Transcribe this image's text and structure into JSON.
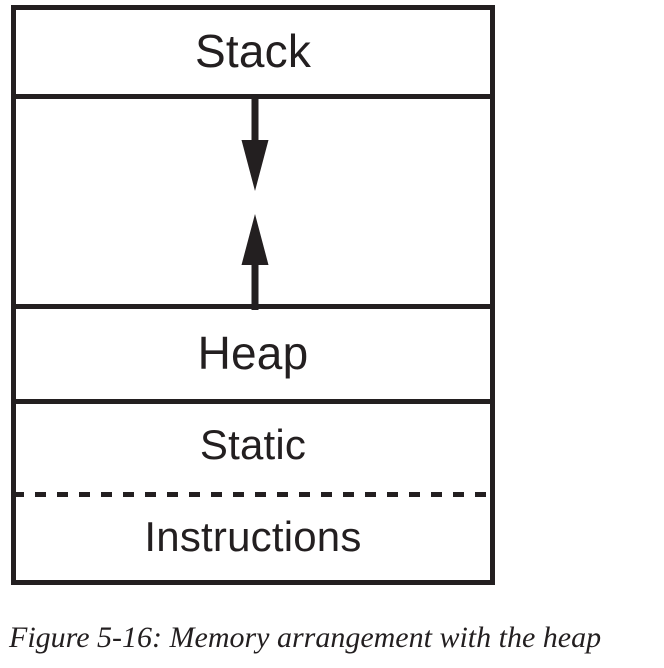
{
  "figure": {
    "caption": "Figure 5-16: Memory arrangement with the heap",
    "caption_prefix": "Figure 5-16:",
    "caption_body": "Memory arrangement with the heap"
  },
  "diagram": {
    "type": "memory-layout",
    "title_regions_top_to_bottom": [
      "Stack",
      "Heap",
      "Static",
      "Instructions"
    ],
    "regions": [
      {
        "name": "stack",
        "label": "Stack",
        "order": 1,
        "separator_below": "solid"
      },
      {
        "name": "free-space",
        "label": "",
        "order": 2,
        "separator_below": "solid",
        "contains": "growth-arrows"
      },
      {
        "name": "heap",
        "label": "Heap",
        "order": 3,
        "separator_below": "solid"
      },
      {
        "name": "static",
        "label": "Static",
        "order": 4,
        "separator_below": "dashed"
      },
      {
        "name": "instructions",
        "label": "Instructions",
        "order": 5,
        "separator_below": "none"
      }
    ],
    "arrows": [
      {
        "name": "stack-grows-down-arrow",
        "direction": "down",
        "meaning": "stack grows downward into free space"
      },
      {
        "name": "heap-grows-up-arrow",
        "direction": "up",
        "meaning": "heap grows upward into free space"
      }
    ],
    "colors": {
      "ink": "#231f20",
      "background": "#ffffff"
    }
  }
}
